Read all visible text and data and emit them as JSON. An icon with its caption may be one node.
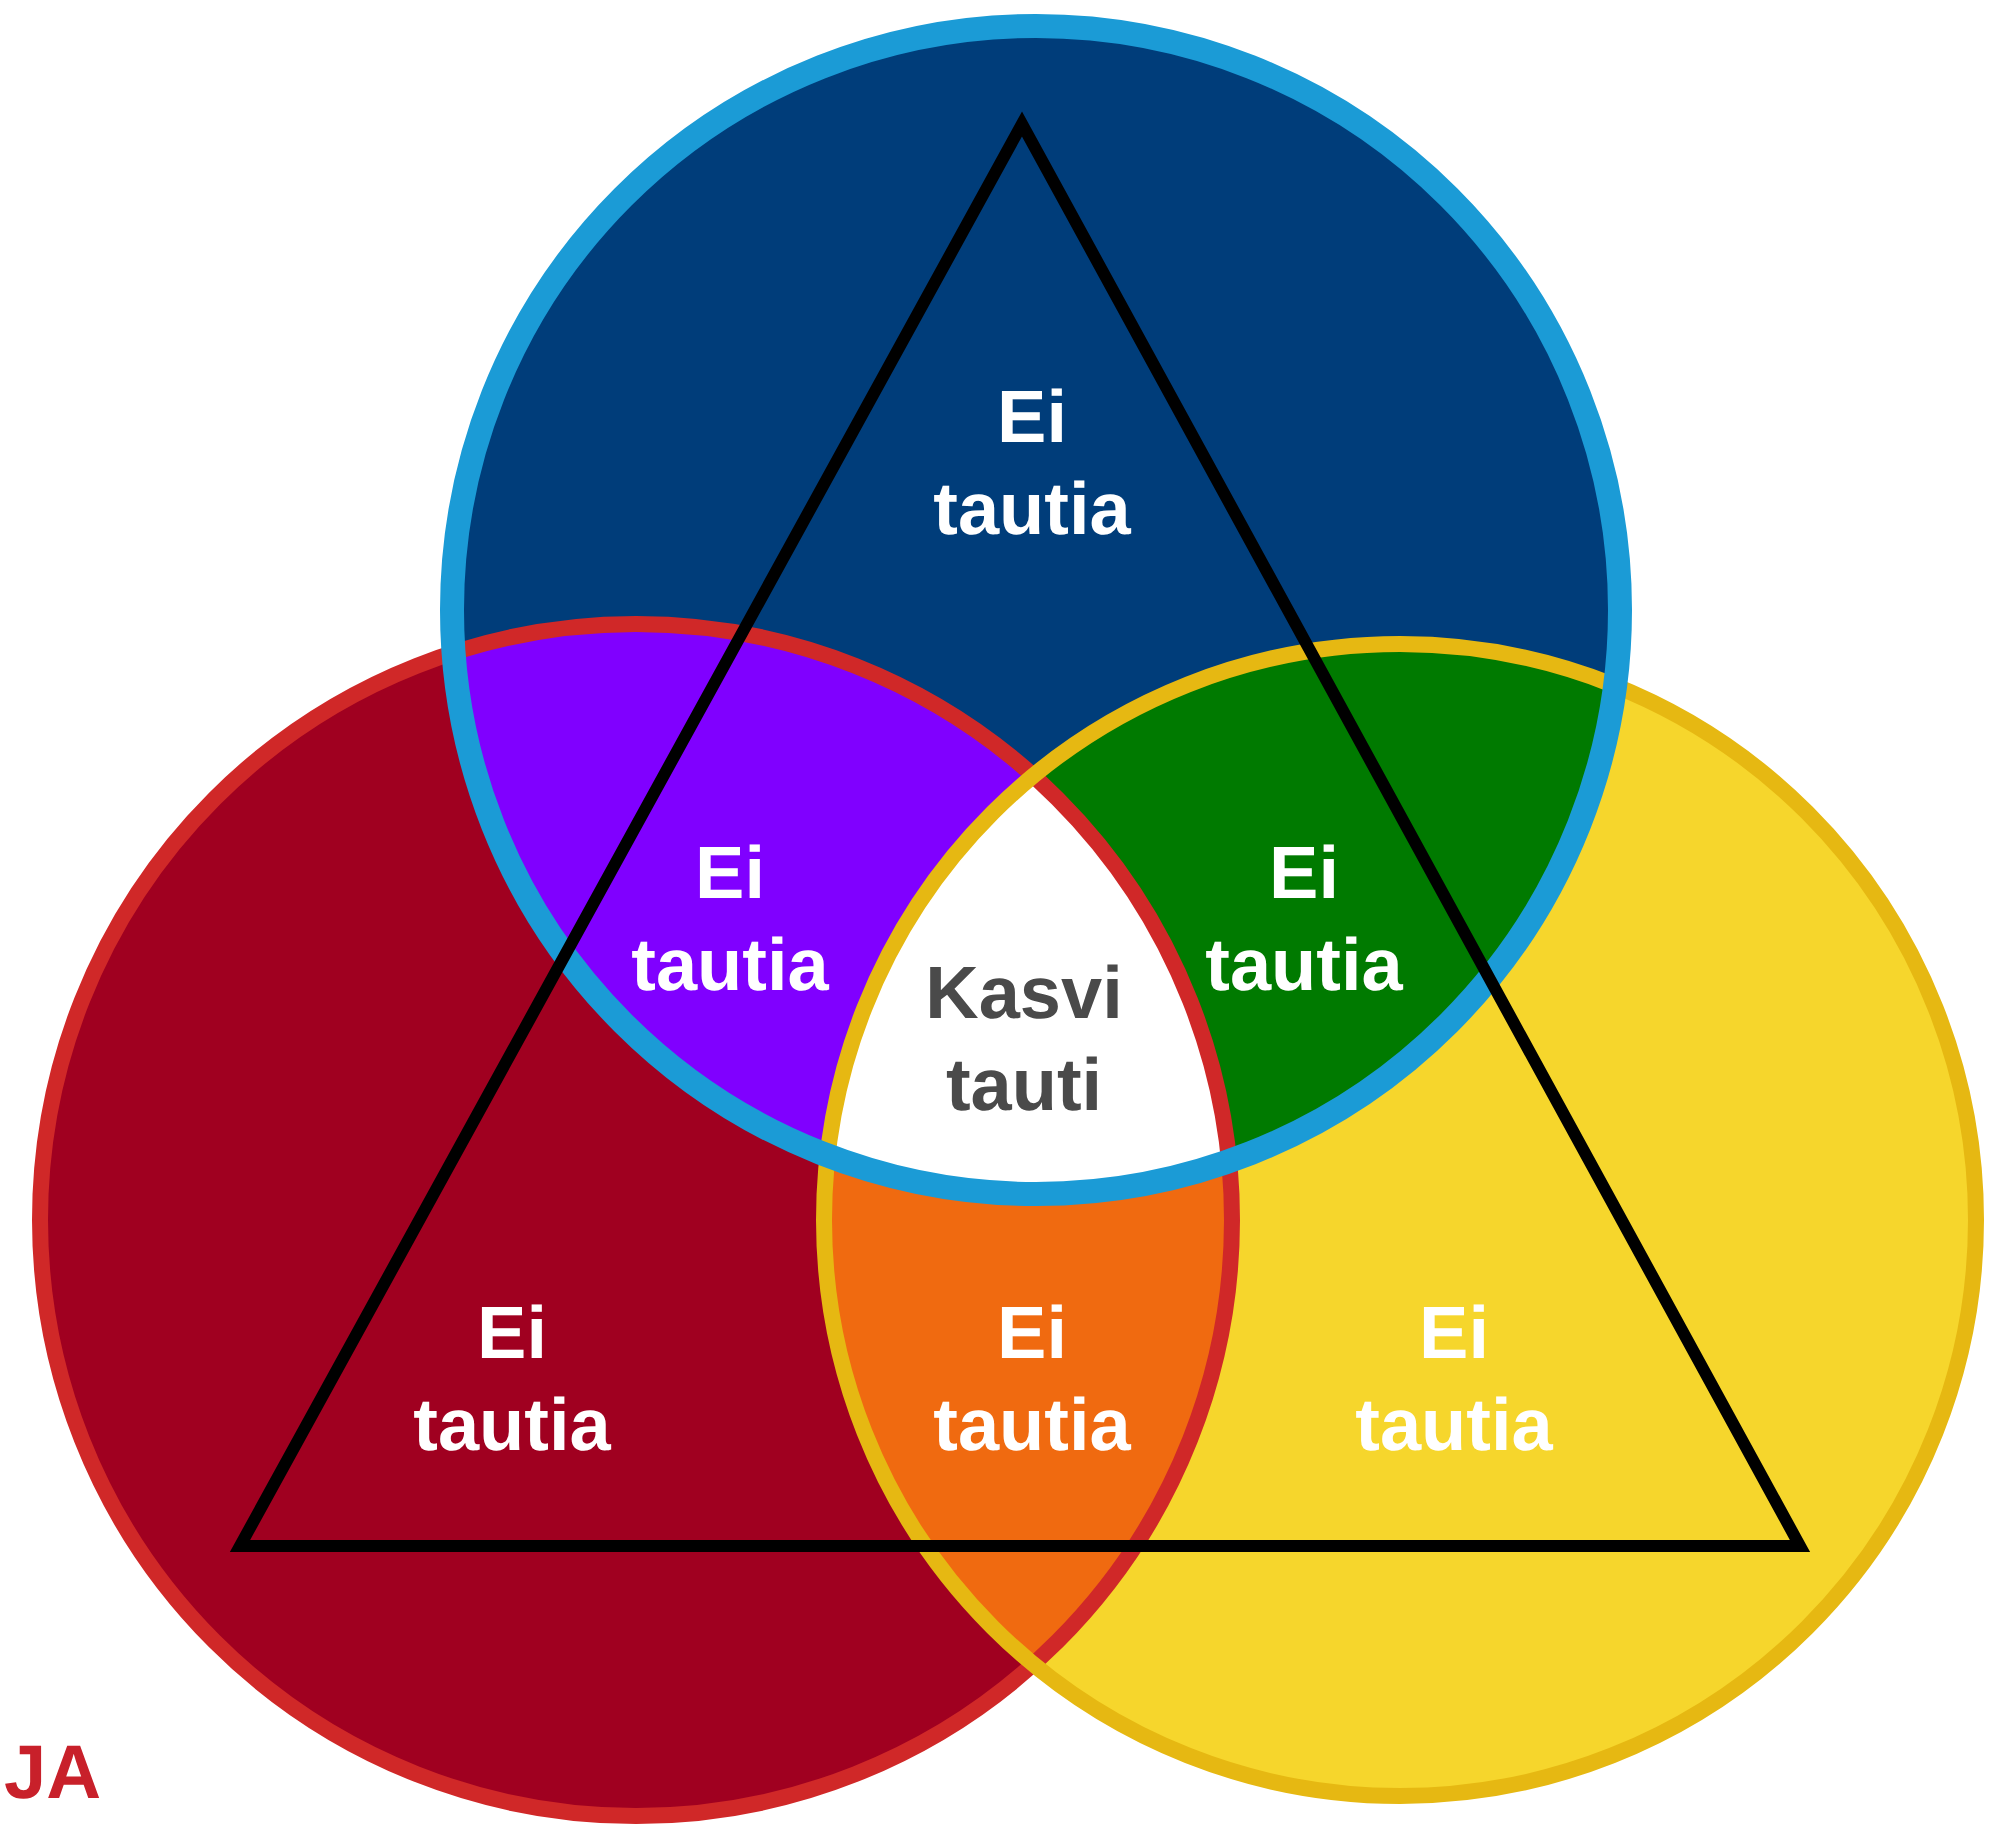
{
  "diagram": {
    "nodes": [
      {
        "text": [
          "Ei tautia"
        ]
      },
      {
        "text": [
          "Ei tautia"
        ]
      },
      {
        "text": [
          "Ei tautia"
        ]
      },
      {
        "text": [
          "Kasvi tauti"
        ]
      },
      {
        "text": [
          "Ei tautia"
        ]
      },
      {
        "text": [
          "Ei tautia"
        ]
      },
      {
        "text": [
          "Ei tautia"
        ]
      }
    ],
    "labels": [
      "JA"
    ]
  }
}
